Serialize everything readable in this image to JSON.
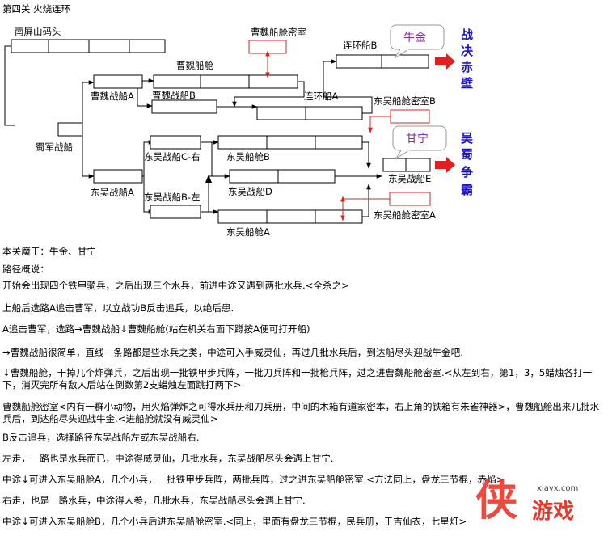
{
  "title": "第四关 火烧连环",
  "map": {
    "nanping": "南屏山码头",
    "caowei_ship": "曹魏船舱",
    "caowei_secret": "曹魏船舱密室",
    "lianhuan_b": "连环船B",
    "caowei_a": "曹魏战船A",
    "caowei_b": "曹魏战船B",
    "lianhuan_a": "连环船A",
    "dongwu_secret_b": "东吴船舱密室B",
    "shujun": "蜀军战船",
    "dongwu_c": "东吴战船C-右",
    "dongwu_hold_b": "东吴船舱B",
    "dongwu_e": "东吴战船E",
    "dongwu_a": "东吴战船A",
    "dongwu_b": "东吴战船B-左",
    "dongwu_d": "东吴战船D",
    "dongwu_secret_a": "东吴船舱密室A",
    "dongwu_hold_a": "东吴船舱A",
    "boss1": "牛金",
    "boss2": "甘宁",
    "end1": [
      "战",
      "决",
      "赤",
      "壁"
    ],
    "end2": [
      "吴",
      "蜀",
      "争",
      "霸"
    ]
  },
  "lines": [
    "本关魔王：牛金、甘宁",
    "路径概说：",
    "开始会出现四个铁甲骑兵，之后出现三个水兵，前进中途又遇到两批水兵.<全杀之>",
    "上船后选路A追击曹军，以立战功B反击追兵，以绝后患.",
    "A追击曹军，选路→曹魏战船↓曹魏船舱(站在机关右面下蹲按A便可打开船)",
    "→曹魏战船很简单，直线一条路都是些水兵之类，中途可入手威灵仙，再过几批水兵后，到达船尽头迎战牛金吧.",
    "↓曹魏船舱，干掉几个炸弹兵，之后出现一批铁甲步兵阵，一批刀兵阵和一批枪兵阵，过之进曹魏船舱密室.<从左到右，第1，3，5蜡烛各打一下，消灭完所有敌人后站在倒数第2支蜡烛左面跳打两下>",
    "曹魏船舱密室<内有一群小动物，用火焰弹炸之可得水兵册和刀兵册，中间的木箱有道家密本，右上角的铁箱有朱雀神器>，曹魏船舱出来几批水兵后，到达船尽头迎战牛金.<进船舱就没有威灵仙>",
    "B反击追兵，选择路径东吴战船左或东吴战船右.",
    "左走，一路也是水兵而已，中途得威灵仙，几批水兵，东吴战船尽头会遇上甘宁.",
    "中途↓可进入东吴船舱A，几个小兵，一批铁甲步兵阵，两批兵阵，过之进东吴船舱密室.<方法同上，盘龙三节棍，赤焰>",
    "右走，也是一路水兵，中途得人参，几批水兵，东吴战船尽头会遇上甘宁.",
    "中途↓可进入东吴船舱B，几个小兵后进东吴船舱密室.<同上，里面有盘龙三节棍，民兵册，于吉仙衣，七星灯>"
  ],
  "watermark": {
    "logo": "侠",
    "brand": "游戏",
    "url": "xiayx.com"
  },
  "colors": {
    "secret_room": "#e02020",
    "bubble": "#8a2fa5",
    "side_text": "#1b12c8",
    "watermark": "#e8382a"
  }
}
